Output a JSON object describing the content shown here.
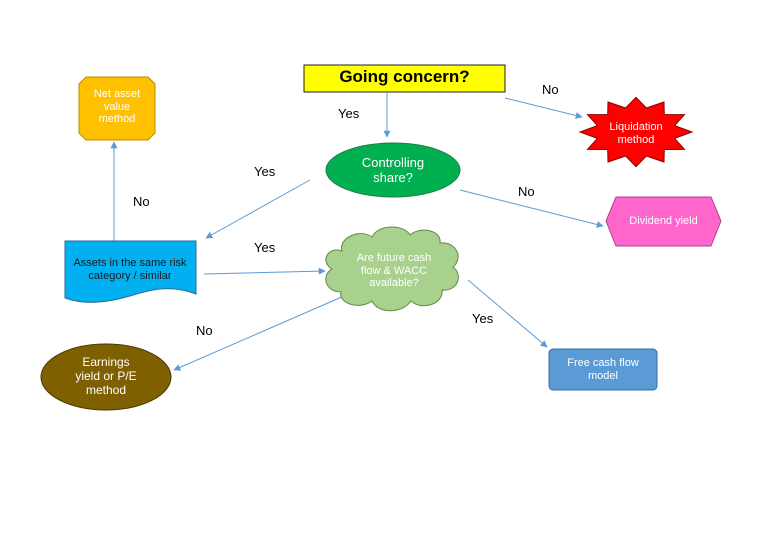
{
  "nodes": {
    "going_concern": {
      "lines": [
        "Going concern?"
      ],
      "fill": "#ffff00",
      "stroke": "#1f1f1f",
      "text_color": "#000000"
    },
    "liquidation": {
      "lines": [
        "Liquidation",
        "method"
      ],
      "fill": "#ff0000",
      "stroke": "#8c0000",
      "text_color": "#ffffff"
    },
    "controlling_share": {
      "lines": [
        "Controlling",
        "share?"
      ],
      "fill": "#00b050",
      "stroke": "#1e7a43",
      "text_color": "#ffffff"
    },
    "net_asset_value": {
      "lines": [
        "Net asset",
        "value",
        "method"
      ],
      "fill": "#ffc000",
      "stroke": "#b88b00",
      "text_color": "#ffffff"
    },
    "dividend_yield": {
      "lines": [
        "Dividend yield"
      ],
      "fill": "#ff66cc",
      "stroke": "#b23f8d",
      "text_color": "#ffffff"
    },
    "assets_same_risk": {
      "lines": [
        "Assets in the same risk",
        "category / similar"
      ],
      "fill": "#00b0f0",
      "stroke": "#2a6e99",
      "text_color": "#1a1a1a"
    },
    "future_cash_flow": {
      "lines": [
        "Are future cash",
        "flow & WACC",
        "available?"
      ],
      "fill": "#a9d18e",
      "stroke": "#5f8a4a",
      "text_color": "#ffffff"
    },
    "free_cash_flow": {
      "lines": [
        "Free cash flow",
        "model"
      ],
      "fill": "#5b9bd5",
      "stroke": "#3a6f9e",
      "text_color": "#ffffff"
    },
    "earnings_yield": {
      "lines": [
        "Earnings",
        "yield or P/E",
        "method"
      ],
      "fill": "#7f6000",
      "stroke": "#4a3900",
      "text_color": "#ffffff"
    }
  },
  "edge_labels": {
    "no_liquidation": "No",
    "yes_controlling": "Yes",
    "yes_assets": "Yes",
    "no_net_asset": "No",
    "no_dividend": "No",
    "yes_future": "Yes",
    "no_earnings": "No",
    "yes_free_cash": "Yes"
  },
  "colors": {
    "connector": "#5b9bd5"
  }
}
